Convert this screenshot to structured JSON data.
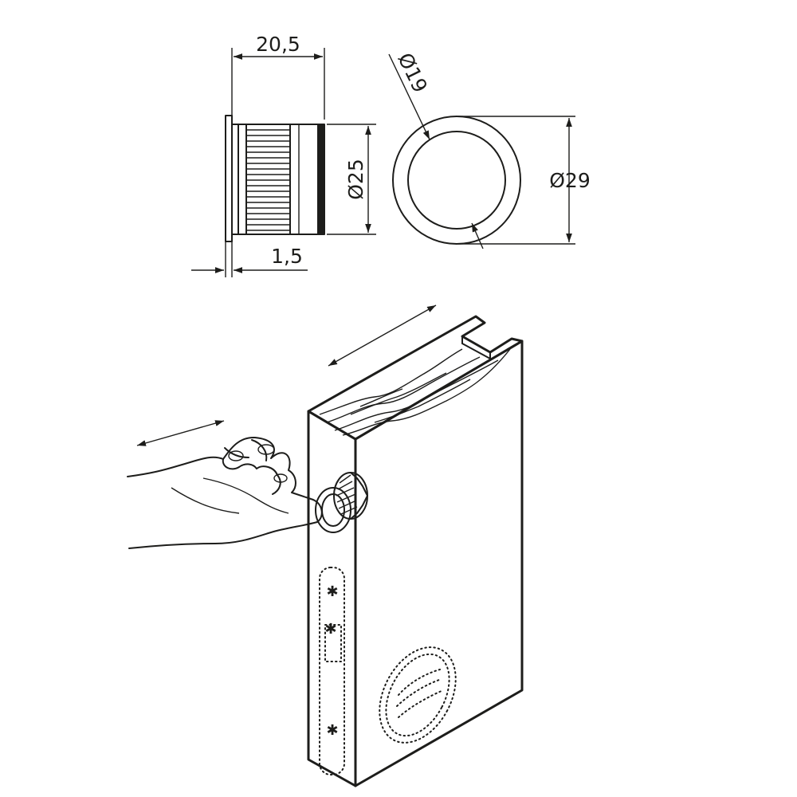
{
  "dimensions": {
    "length": "20,5",
    "outer_diameter": "Ø25",
    "flange_thickness": "1,5",
    "inner_diameter": "Ø19",
    "flange_diameter": "Ø29"
  },
  "colors": {
    "line": "#1d1d1b",
    "background": "#ffffff"
  }
}
